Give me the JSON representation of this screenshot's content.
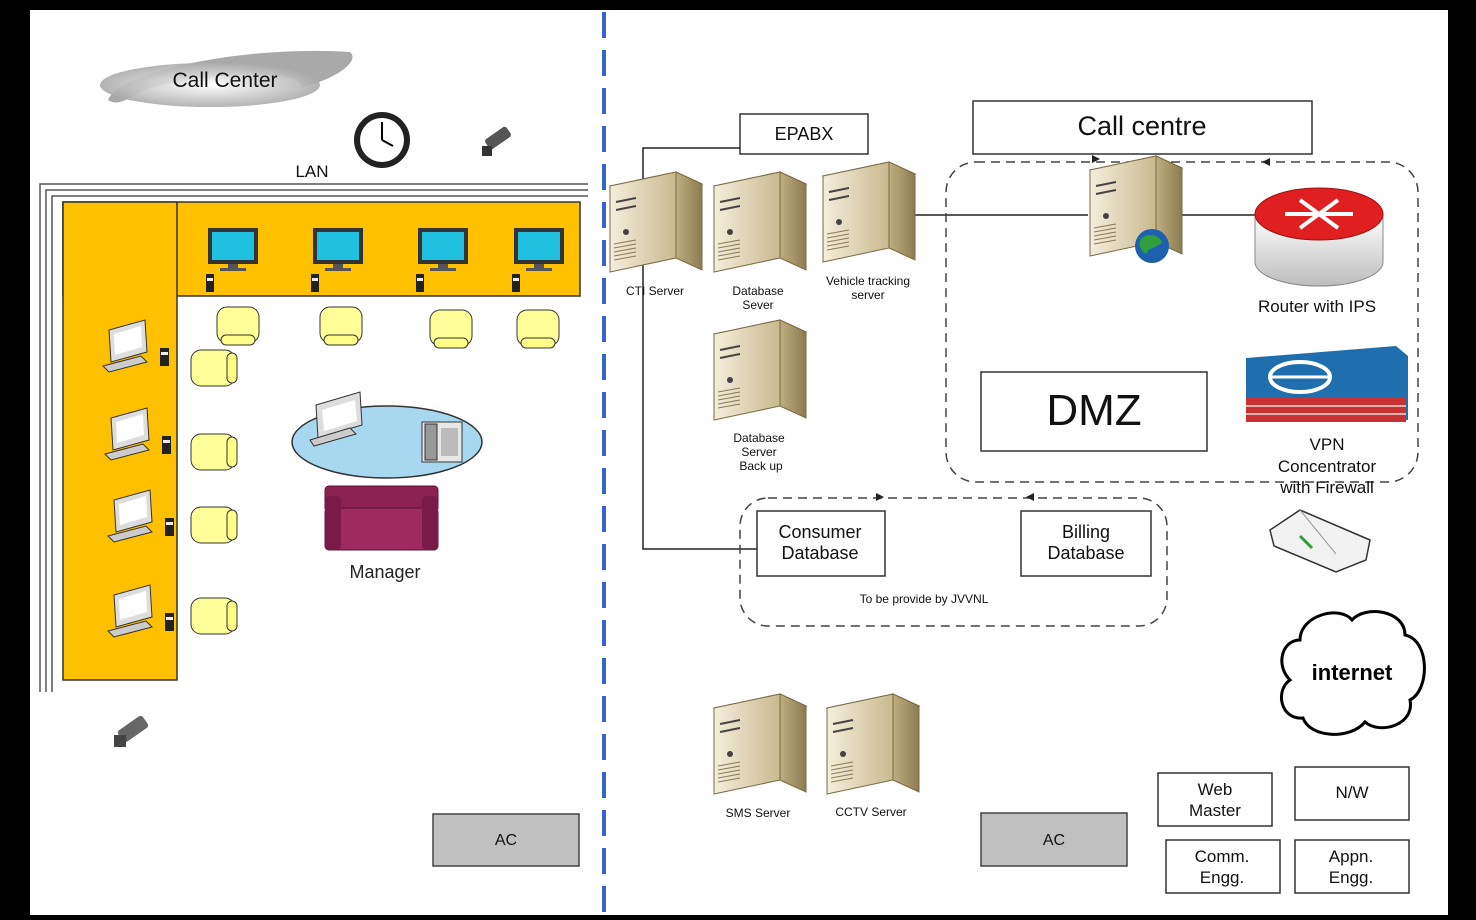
{
  "call_center": {
    "title": "Call Center",
    "lan_label": "LAN",
    "manager_label": "Manager",
    "ac_label": "AC"
  },
  "server_room": {
    "epabx_label": "EPABX",
    "call_centre_label": "Call centre",
    "dmz_label": "DMZ",
    "router_label": "Router with IPS",
    "vpn_label": [
      "VPN",
      "Concentrator",
      "with Firewall"
    ],
    "servers": {
      "cti": "CTI Server",
      "database": [
        "Database",
        "Sever"
      ],
      "vehicle_tracking": [
        "Vehicle tracking",
        "server"
      ],
      "database_backup": [
        "Database",
        "Server",
        "Back up"
      ],
      "sms": "SMS Server",
      "cctv": "CCTV Server"
    },
    "consumer_db": [
      "Consumer",
      "Database"
    ],
    "billing_db": [
      "Billing",
      "Database"
    ],
    "provided_by": "To be provide by JVVNL",
    "internet_label": "internet",
    "ac_label": "AC",
    "staff_boxes": {
      "web_master": [
        "Web",
        "Master"
      ],
      "nw": "N/W",
      "comm_engg": [
        "Comm.",
        "Engg."
      ],
      "appn_engg": [
        "Appn.",
        "Engg."
      ]
    }
  },
  "colors": {
    "desk_fill": "#FFC000",
    "monitor_screen": "#1FC0E0",
    "chair_fill": "#FFFF99",
    "sofa_fill": "#8B2252",
    "manager_table": "#A8D8F0",
    "divider": "#3366CC",
    "server_fill": "#E8DCBC",
    "router_fill": "#E0E0E0",
    "vpn_fill": "#1F6FAF",
    "ac_fill": "#C0C0C0"
  }
}
